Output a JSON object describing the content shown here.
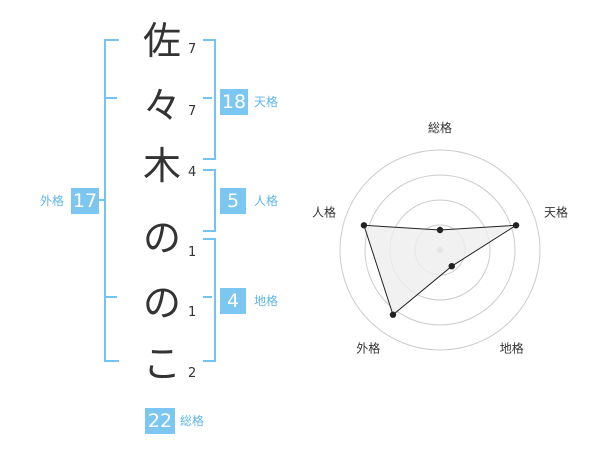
{
  "name_chars": [
    {
      "char": "佐",
      "strokes": "7"
    },
    {
      "char": "々",
      "strokes": "7"
    },
    {
      "char": "木",
      "strokes": "4"
    },
    {
      "char": "の",
      "strokes": "1"
    },
    {
      "char": "の",
      "strokes": "1"
    },
    {
      "char": "こ",
      "strokes": "2"
    }
  ],
  "fortunes": {
    "tenkaku": {
      "label": "天格",
      "value": "18"
    },
    "jinkaku": {
      "label": "人格",
      "value": "5"
    },
    "chikaku": {
      "label": "地格",
      "value": "4"
    },
    "gaikaku": {
      "label": "外格",
      "value": "17"
    },
    "soukaku": {
      "label": "総格",
      "value": "22"
    }
  },
  "chart_data": {
    "type": "radar",
    "axes": [
      "総格",
      "天格",
      "地格",
      "外格",
      "人格"
    ],
    "values": [
      1,
      4,
      1,
      4,
      4
    ],
    "max": 5,
    "rings": 4,
    "colors": {
      "stroke": "#222222",
      "fill": "#eeeeee",
      "grid": "#cccccc",
      "center": "#bbbbbb"
    }
  }
}
